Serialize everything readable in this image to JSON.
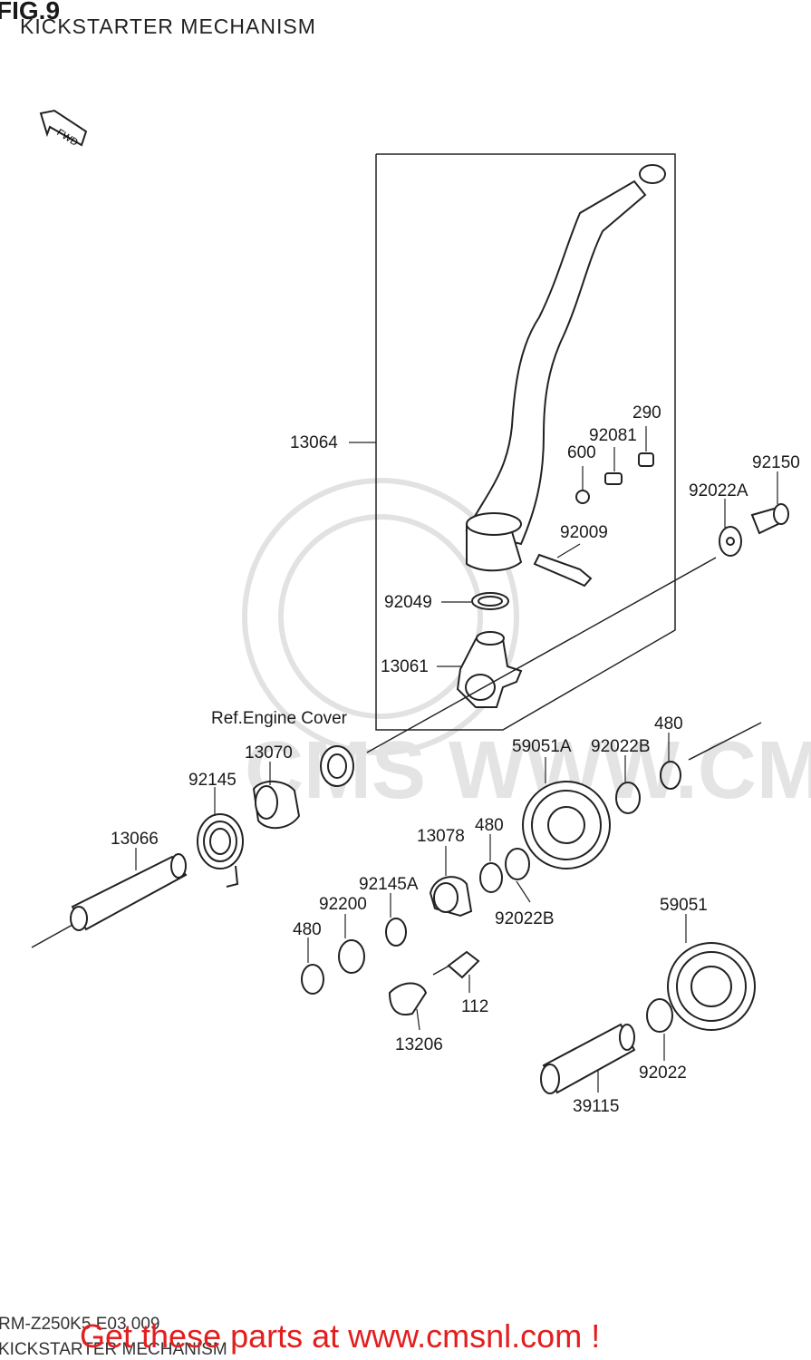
{
  "figure": {
    "number": "FIG.9",
    "title": "KICKSTARTER MECHANISM",
    "direction_marker": "FWD"
  },
  "parts": [
    {
      "id": "p-13064",
      "label": "13064"
    },
    {
      "id": "p-290",
      "label": "290"
    },
    {
      "id": "p-92081",
      "label": "92081"
    },
    {
      "id": "p-600",
      "label": "600"
    },
    {
      "id": "p-92150",
      "label": "92150"
    },
    {
      "id": "p-92022A",
      "label": "92022A"
    },
    {
      "id": "p-92009",
      "label": "92009"
    },
    {
      "id": "p-92049",
      "label": "92049"
    },
    {
      "id": "p-13061",
      "label": "13061"
    },
    {
      "id": "p-ref-engine-cover",
      "label": "Ref.Engine Cover"
    },
    {
      "id": "p-13070",
      "label": "13070"
    },
    {
      "id": "p-480-a",
      "label": "480"
    },
    {
      "id": "p-92022B-a",
      "label": "92022B"
    },
    {
      "id": "p-59051A",
      "label": "59051A"
    },
    {
      "id": "p-92145",
      "label": "92145"
    },
    {
      "id": "p-13066",
      "label": "13066"
    },
    {
      "id": "p-13078",
      "label": "13078"
    },
    {
      "id": "p-480-b",
      "label": "480"
    },
    {
      "id": "p-92145A",
      "label": "92145A"
    },
    {
      "id": "p-92022B-b",
      "label": "92022B"
    },
    {
      "id": "p-92200",
      "label": "92200"
    },
    {
      "id": "p-480-c",
      "label": "480"
    },
    {
      "id": "p-59051",
      "label": "59051"
    },
    {
      "id": "p-112",
      "label": "112"
    },
    {
      "id": "p-13206",
      "label": "13206"
    },
    {
      "id": "p-92022",
      "label": "92022"
    },
    {
      "id": "p-39115",
      "label": "39115"
    }
  ],
  "footer": {
    "code": "RM-Z250K5 E03 009",
    "caption": "KICKSTARTER MECHANISM",
    "cta": "Get these parts at www.cmsnl.com !",
    "watermark": "CMS WWW.CMSNL.COM"
  },
  "colors": {
    "line": "#1a1a1a",
    "cta": "#e31e1e",
    "watermark": "#dcdcdc"
  }
}
